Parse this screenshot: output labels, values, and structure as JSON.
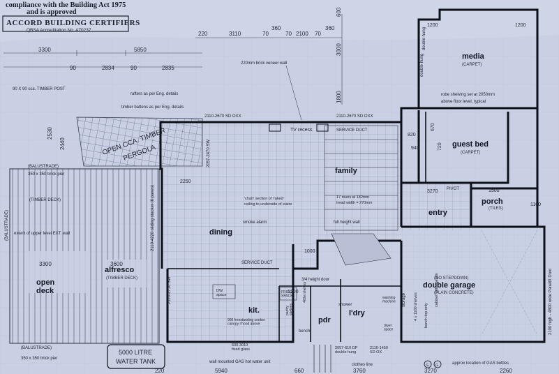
{
  "certifier": {
    "line1": "compliance with the Building Act 1975",
    "line2": "and is approved",
    "name": "ACCORD BUILDING CERTIFIERS",
    "accreditation": "QBSA Accreditation No. A70237"
  },
  "rooms": {
    "media": "media",
    "media_sub": "(CARPET)",
    "guest_bed": "guest bed",
    "guest_bed_sub": "(CARPET)",
    "family": "family",
    "dining": "dining",
    "entry": "entry",
    "porch": "porch",
    "porch_sub": "(TILES)",
    "open_deck": "open\ndeck",
    "alfresco": "alfresco",
    "alfresco_sub": "(TIMBER DECK)",
    "kit": "kit.",
    "pdr": "pdr",
    "ldry": "l'dry",
    "double_garage": "double garage",
    "garage_sub": "(PLAIN CONCRETE)",
    "garage_note": "(NO STEPDOWN)",
    "pergola1": "OPEN CCA. TIMBER",
    "pergola2": "PERGOLA"
  },
  "notes": {
    "tank1": "5000 LITRE",
    "tank2": "WATER TANK",
    "tv_recess": "TV recess",
    "service_duct": "SERVICE DUCT",
    "service_duct2": "SERVICE DUCT",
    "brick_veneer": "220mm brick veneer wall",
    "timber_post": "90 X 90 cca. TIMBER POST",
    "rafters": "rafters as per Eng. details",
    "battens": "timber battens as per Eng. details",
    "balustrade_top": "(BALUSTRADE)",
    "balustrade_bottom": "(BALUSTRADE)",
    "balustrade_side": "(BALUSTRADE)",
    "brick_pier_top": "350 x 350 brick pier",
    "brick_pier_bottom": "350 x 350 brick pier",
    "timber_deck": "(TIMBER DECK)",
    "extent_upper": "extent of upper level EXT. wall",
    "robe_shelving": "robe shelving set at 2050mm",
    "robe_shelving2": "above floor level, typical",
    "smoke_alarm": "smoke alarm",
    "ceiling_note1": "'chart' section of 'raked'",
    "ceiling_note2": "ceiling to underside of stairs",
    "stair_note1": "17 risers at 182mm",
    "stair_note2": "tread width = 270mm",
    "full_height_wall": "full height wall",
    "height_door": "3/4 height door",
    "shower": "shower",
    "bench": "bench",
    "fridge": "FRIDGE\nSPACE",
    "dw": "DW\nspace",
    "cooker": "900 freestanding cooker\ncanopy r'hood above",
    "shelves_kit": "400w shelves",
    "fixed_glass": "600-3010\nfixed glass",
    "hot_water": "wall mounted GAS hot water unit",
    "clothes_line": "clothes line",
    "double_hung": "2057-610 DP\ndouble hung",
    "sd_ox": "2110-1450\nSD OX",
    "door_2670a": "2110-2670 SD OXX",
    "door_2670b": "2110-2670 SD OXX",
    "door_4220": "2110-4220 sliding stacker (6 panes)",
    "door_2710": "2110-2710 SW",
    "strip_2470": "2057-2470 SW",
    "garage_door": "2100 high - 4800 wide Panelift Door",
    "gas_bottles": "approx location of GAS bottles",
    "storage": "storage",
    "bench_top": "bench top only",
    "cabinet": "cabinet with r'heads",
    "shelves_garage": "4 x 1100 shelves",
    "washing": "washing\nmachine",
    "dryer": "dryer\nspace",
    "pantry": "pantry\nshelves",
    "double_hung_media1": "double hung",
    "double_hung_media2": "double hung",
    "pivot": "PIVOT"
  },
  "dimensions": {
    "d3300_top": "3300",
    "d5850": "5850",
    "d90a": "90",
    "d2834": "2834",
    "d90b": "90",
    "d2835": "2835",
    "d220": "220",
    "d3110": "3110",
    "d70a": "70",
    "d360": "360",
    "d70b": "70",
    "d2100": "2100",
    "d70c": "70",
    "d360b": "360",
    "d3000": "3000",
    "d600": "600",
    "d1800": "1800",
    "d1200a": "1200",
    "d1200b": "1200",
    "d2530": "2530",
    "d2440": "2440",
    "d3300_mid": "3300",
    "d3600": "3600",
    "d2250": "2250",
    "d3270": "3270",
    "d1500": "1500",
    "d1000": "1000",
    "d5940": "5940",
    "d3760": "3760",
    "d3270b": "3270",
    "d220b": "220",
    "d660": "660",
    "d2260": "2260",
    "d1100": "1100",
    "d1200c": "1200",
    "d940": "940",
    "d820": "820",
    "d670": "670",
    "d720": "720"
  }
}
